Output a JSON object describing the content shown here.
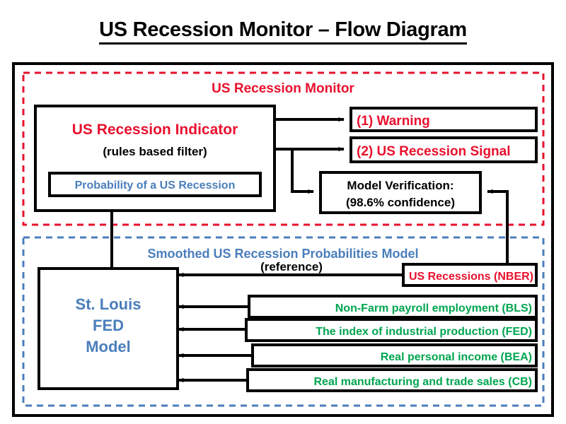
{
  "title": "US Recession Monitor – Flow Diagram",
  "colors": {
    "red": "#E8112D",
    "blue": "#4A7EBB",
    "green": "#00A550",
    "black": "#000000",
    "white": "#FFFFFF"
  },
  "groups": {
    "monitor": {
      "label": "US Recession Monitor",
      "border_color": "#E8112D",
      "border_style": "dashed"
    },
    "model": {
      "label": "Smoothed US Recession Probabilities Model",
      "border_color": "#4A7EBB",
      "border_style": "dashed"
    }
  },
  "nodes": {
    "indicator": {
      "title": "US Recession Indicator",
      "subtitle": "(rules based filter)",
      "inner_box": "Probability of a US Recession"
    },
    "warning": "(1) Warning",
    "signal": "(2) US Recession Signal",
    "verification": {
      "line1": "Model Verification:",
      "line2": "(98.6% confidence)"
    },
    "fed_model": {
      "line1": "St. Louis",
      "line2": "FED",
      "line3": "Model"
    },
    "nber": "US Recessions (NBER)"
  },
  "edges": {
    "reference_label": "(reference)"
  },
  "inputs": [
    "Non-Farm payroll employment (BLS)",
    "The index of industrial production (FED)",
    "Real personal income (BEA)",
    "Real manufacturing and trade sales (CB)"
  ]
}
